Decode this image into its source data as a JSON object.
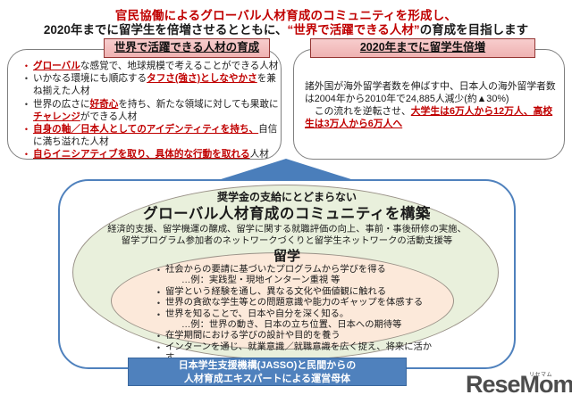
{
  "colors": {
    "accent_red": "#c00000",
    "steel_blue": "#4f81bd",
    "header_pink": "#f3bcbc",
    "header_border_red": "#943634",
    "ellipse_green": "#e9f0dc",
    "ellipse_peach": "#fce9da",
    "logo_gray": "#4d4d4d"
  },
  "chars": {
    "bullet": "•"
  },
  "title": {
    "line1": "官民協働によるグローバル人材育成のコミュニティを形成し、",
    "line2_pre": "2020年までに留学生を倍増させるとともに、",
    "line2_em": "“世界で活躍できる人材”",
    "line2_post": "の育成を目指します"
  },
  "left_panel": {
    "header": "世界で活躍できる人材の育成",
    "bullets": [
      {
        "segments": [
          {
            "t": "グローバル",
            "red": true
          },
          {
            "t": "な感覚で、地球規模で考えることができる人材"
          }
        ]
      },
      {
        "segments": [
          {
            "t": "いかなる環境にも順応する"
          },
          {
            "t": "タフさ(強さ)としなやかさ",
            "red": true
          },
          {
            "t": "を兼ね揃えた人材"
          }
        ]
      },
      {
        "segments": [
          {
            "t": "世界の広さに"
          },
          {
            "t": "好奇心",
            "red": true
          },
          {
            "t": "を持ち、新たな領域に対しても果敢に"
          },
          {
            "t": "チャレンジ",
            "red": true
          },
          {
            "t": "ができる人材"
          }
        ]
      },
      {
        "segments": [
          {
            "t": "自身の軸／日本人としてのアイデンティティを持ち、",
            "red": true
          },
          {
            "t": "自信に満ち溢れた人材"
          }
        ]
      },
      {
        "segments": [
          {
            "t": "自らイニシアティブを取り、具体的な行動を取れる",
            "red": true
          },
          {
            "t": "人材"
          }
        ]
      }
    ]
  },
  "right_panel": {
    "header": "2020年までに留学生倍増",
    "para1": "諸外国が海外留学者数を伸ばす中、日本人の海外留学者数は2004年から2010年で24,885人減少(約▲30%)",
    "para2_pre": "　この流れを逆転させ、",
    "para2_em": "大学生は6万人から12万人、高校生は3万人から6万人へ"
  },
  "community": {
    "subtitle": "奨学金の支給にとどまらない",
    "heading": "グローバル人材育成のコミュニティを構築",
    "desc_line1": "経済的支援、留学機運の醸成、留学に関する就職評価の向上、事前・事後研修の実施、",
    "desc_line2": "留学プログラム参加者のネットワークづくりと留学生ネットワークの活動支援等"
  },
  "study_abroad": {
    "title": "留学",
    "items": [
      {
        "main": "社会からの要請に基づいたプログラムから学びを得る",
        "sub": "…例：実践型・現地インターン重視 等"
      },
      {
        "main": "留学という経験を通し、異なる文化や価値観に触れる"
      },
      {
        "main": "世界の貪欲な学生等との問題意識や能力のギャップを体感する"
      },
      {
        "main": "世界を知ることで、日本や自分を深く知る。",
        "sub": "…例：世界の動き、日本の立ち位置、日本への期待等"
      },
      {
        "main": "在学期間における学びの設計や目的を養う"
      },
      {
        "main": "インターンを通じ、就業意識／就職意識を広く捉え、将来に活かす"
      }
    ]
  },
  "footer_bar": {
    "line1": "日本学生支援機構(JASSO)と民間からの",
    "line2": "人材育成エキスパートによる運営母体"
  },
  "logo": {
    "text": "ReseMom.",
    "ruby": "リセマム"
  }
}
